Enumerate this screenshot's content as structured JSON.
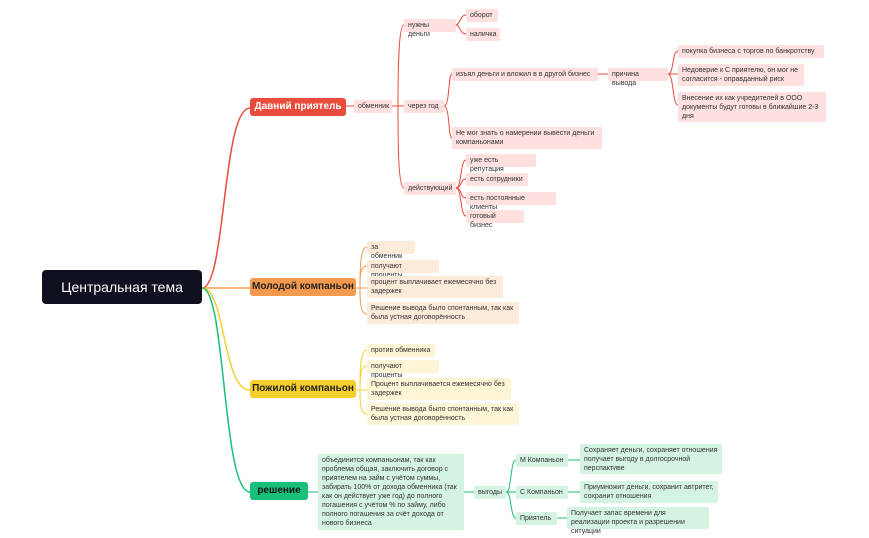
{
  "central": "Центральная тема",
  "branch1": {
    "title": "Давний приятель",
    "obmennik": "обменник",
    "nuzhny": "нужны деньги",
    "oborot": "оборот",
    "nalichka": "наличка",
    "cherez_god": "через год",
    "izyal": "изъял деньги и вложил в в другой бизнес",
    "prichina": "причина вывода",
    "reason1": "покупка бизнеса с торгов по банкротству",
    "reason2": "Недоверие к С приятелю, он мог не согласится - оправданный риск",
    "reason3": "Внесение их как учредителей в ООО документы будут готовы в ближайшие 2-3 дня",
    "ne_mog": "Не мог знать о намерении вывести деньги компаньонами",
    "deystvuyushchiy": "действующий",
    "d1": "уже есть репутация",
    "d2": "есть сотрудники",
    "d3": "есть постоянные клиенты",
    "d4": "готовый бизнес"
  },
  "branch2": {
    "title": "Молодой компаньон",
    "i1": "за обменник",
    "i2": "получают проценты",
    "i3": "процент выплачивает ежемесячно без задержек",
    "i4": "Решение вывода было спонтанным, так как была устная договорённость"
  },
  "branch3": {
    "title": "Пожилой компаньон",
    "i1": "против обменника",
    "i2": "получают проценты",
    "i3": "Процент выплачивается ежемесячно без задержек",
    "i4": "Решение вывода было спонтанным, так как была устная договорённость"
  },
  "branch4": {
    "title": "решение",
    "desc": "объединится компаньонам, так как проблема общая, заключить договор с приятелем на займ с учётом суммы, забирать 100% от дохода обменника (так как он действует уже год) до полного погашения с учётом % по займу, либо полного погашения за счёт дохода от нового бизнеса",
    "vygody": "выгоды",
    "m": "М Компаньон",
    "m_desc": "Сохраняет деньги, сохраняет отношения получает выгоду в долгосрочной перспактиве",
    "s": "С Компаньон",
    "s_desc": "Приумножит деньги, сохранит автритет, сохранит отношения",
    "p": "Приятель",
    "p_desc": "Получает запас времени для реализации проекта и разрешении ситуации"
  },
  "colors": {
    "red": "#e94b3c",
    "orange": "#f49a4f",
    "yellow": "#f5cf2c",
    "green": "#18bf79",
    "central": "#0f1120"
  }
}
